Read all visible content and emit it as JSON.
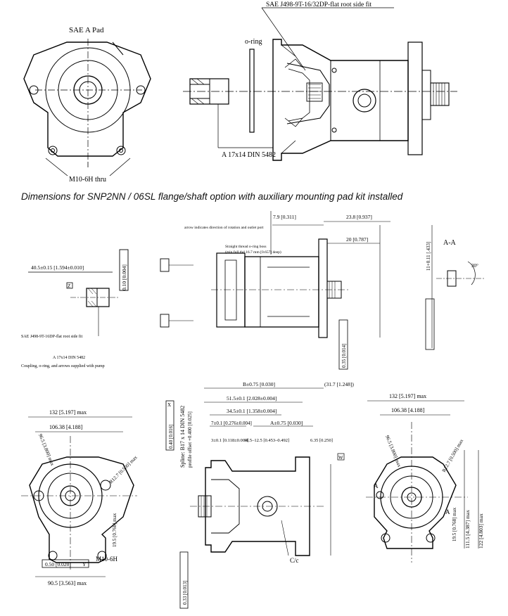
{
  "heading": "Dimensions for SNP2NN / 06SL flange/shaft option with auxiliary mounting pad kit installed",
  "top": {
    "sae_a_pad": "SAE A Pad",
    "m10_thru": "M10-6H thru",
    "spline_callout": "SAE J498-9T-16/32DP-flat root side fit",
    "oring": "o-ring",
    "din": "A 17x14 DIN 5482"
  },
  "middle": {
    "dim_40_5": "40.5±0.15 [1.594±0.010]",
    "gdt_0_10": "0.10 [0.004]",
    "datum_z": "Z",
    "sae_spline": "SAE J498-9T-16DP-flat root side fit",
    "din": "A 17x14 DIN 5482",
    "supplied": "Coupling, o-ring, and arrows supplied with pump",
    "dim_7_9": "7.9 [0.311]",
    "dim_23_8": "23.8 [0.937]",
    "dim_20": "20 [0.787]",
    "arrow_note": "arrow indicates direction of rotation and outlet port",
    "thread_note": "Straight thread o-ring boss",
    "thread_note2": "(min full thd 16.7 mm [0.657] deep)",
    "dim_11": "11+0.11 [.433]",
    "section_aa": "A-A",
    "angle_30": "30°",
    "gdt_0_35": "0.35 [0.014]"
  },
  "bottom_left": {
    "dim_132": "132 [5.197] max",
    "dim_106": "106.38 [4.188]",
    "r96": "96.5 [3.800] max",
    "r12": "R12.7 [0.500] max",
    "dim_19_5": "19.5 [0.768] max",
    "dim_90_5": "90.5 [3.563] max",
    "m10": "M10-6H",
    "gdt_050": "0.50 [0.020]",
    "datum_y": "Y"
  },
  "bottom_middle": {
    "dim_b": "B±0.75 [0.030]",
    "dim_31_7": "(31.7 [1.248])",
    "dim_51_5": "51.5±0.1 [2.028±0.004]",
    "dim_34_5": "34.5±0.1 [1.358±0.004]",
    "dim_7": "7±0.1 [0.276±0.004]",
    "dim_a": "A±0.75 [0.030]",
    "dim_3": "3±0.1 [0.118±0.004]",
    "dim_11_5": "11.5–12.5 [0.453–0.492]",
    "dim_6_35": "6.35 [0.250]",
    "gdt_040": "0.40 [0.016]",
    "datum_x": "X",
    "gdt_033": "0.33 [0.013]",
    "spline": "Spline: B17 x 14 DIN 5482",
    "profile": "profile offset +0.400 [0.025]",
    "cc": "C/c",
    "datum_w": "W"
  },
  "bottom_right": {
    "dim_132": "132 [5.197] max",
    "dim_106": "106.38 [4.188]",
    "r96": "96.5 [3.800] max",
    "r12": "R12.7 [0.500] max",
    "dim_19_5": "19.5 [0.768] max",
    "dim_111": "111.5 [4.387] max",
    "dim_122": "122 [4.803] max",
    "sec_a": "A"
  }
}
